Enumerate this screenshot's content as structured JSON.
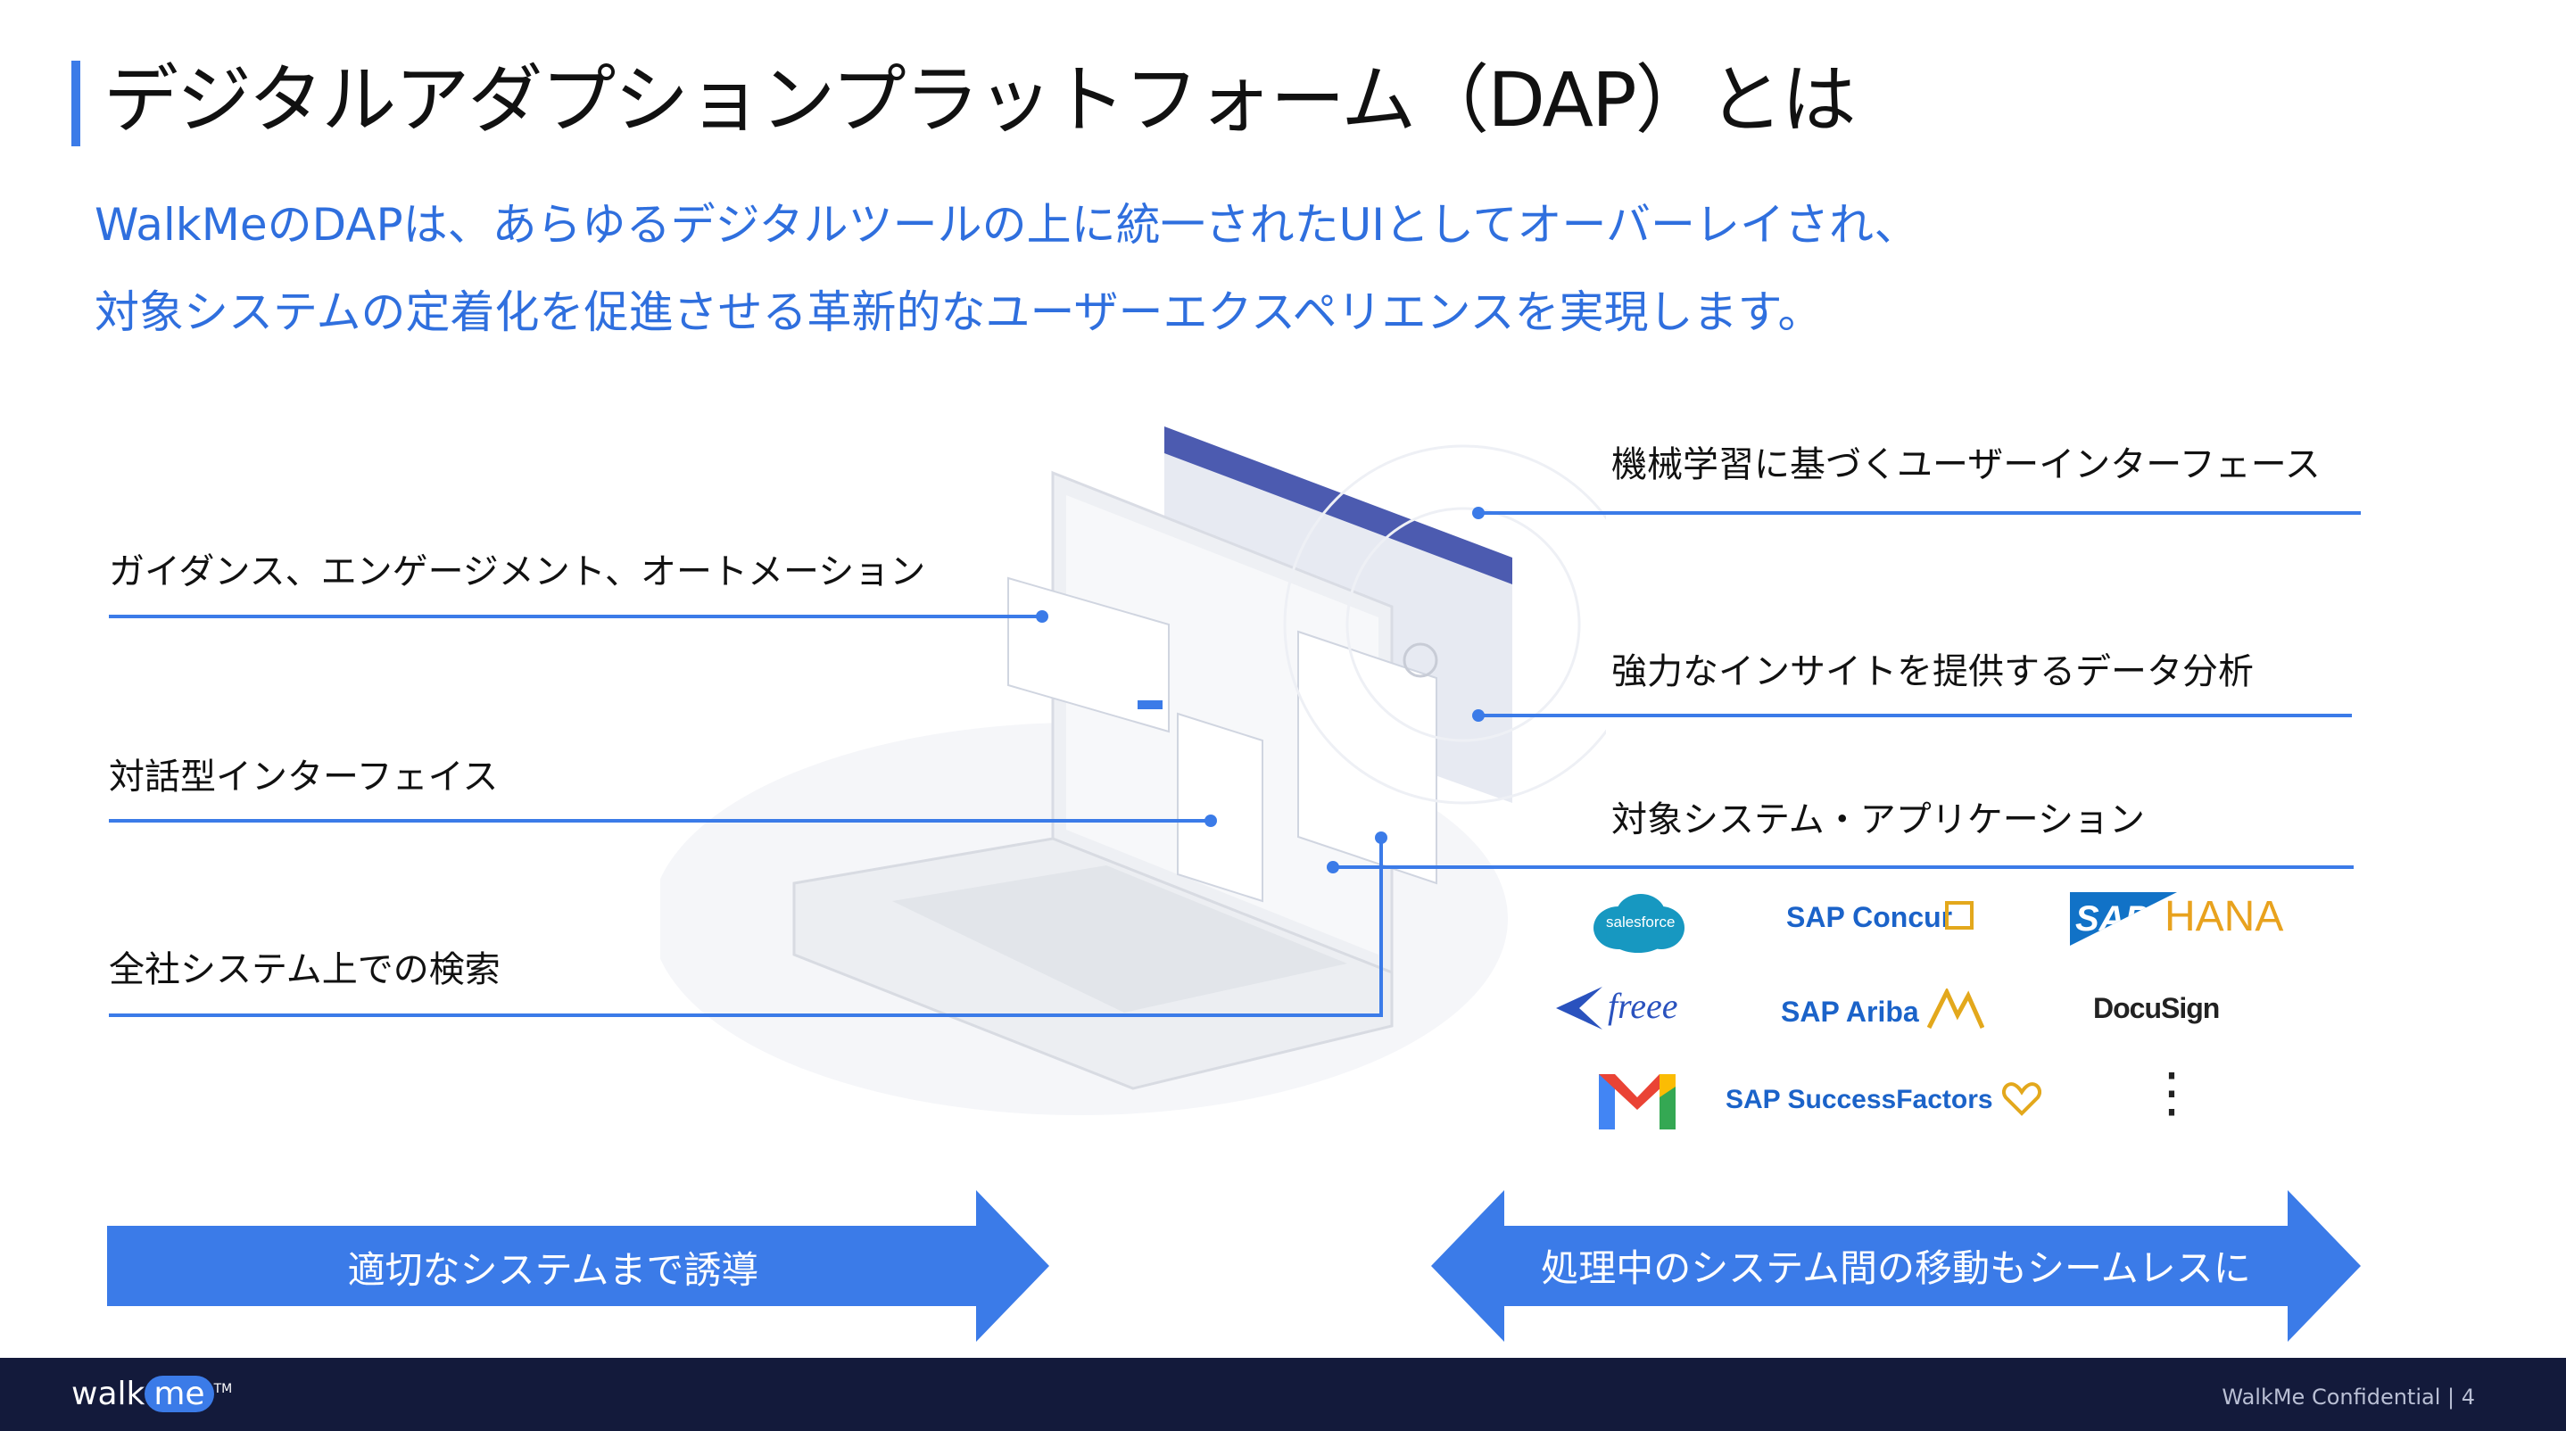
{
  "title": "デジタルアダプションプラットフォーム（DAP）とは",
  "subtitle": {
    "line1": "WalkMeのDAPは、あらゆるデジタルツールの上に統一されたUIとしてオーバーレイされ、",
    "line2": "対象システムの定着化を促進させる革新的なユーザーエクスペリエンスを実現します。"
  },
  "left_features": [
    "ガイダンス、エンゲージメント、オートメーション",
    "対話型インターフェイス",
    "全社システム上での検索"
  ],
  "right_features": [
    "機械学習に基づくユーザーインターフェース",
    "強力なインサイトを提供するデータ分析",
    "対象システム・アプリケーション"
  ],
  "logos": {
    "salesforce": "salesforce",
    "sap_concur": "SAP Concur",
    "sap": "SAP",
    "hana": "HANA",
    "freee": "freee",
    "sap_ariba": "SAP Ariba",
    "docusign": "DocuSign",
    "sap_successfactors": "SAP SuccessFactors",
    "more": "⋮"
  },
  "arrows": {
    "left": "適切なシステムまで誘導",
    "right": "処理中のシステム間の移動もシームレスに"
  },
  "footer": {
    "logo_walk": "walk",
    "logo_me": "me",
    "tm": "TM",
    "confidential": "WalkMe Confidential | 4"
  },
  "colors": {
    "accent": "#3b7be8",
    "subtitle": "#2f6fde",
    "footer": "#131a3b"
  }
}
